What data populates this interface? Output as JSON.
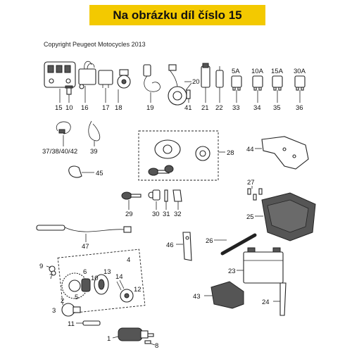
{
  "banner": {
    "title": "Na obrázku díl číslo 15",
    "color": "#f3c900"
  },
  "copyright": "Copyright Peugeot Motocycles 2013",
  "labels": {
    "p15": "15",
    "p10": "10",
    "p16": "16",
    "p17": "17",
    "p18": "18",
    "p19": "19",
    "p20": "20",
    "p41": "41",
    "p21": "21",
    "p22": "22",
    "p33": "33",
    "p34": "34",
    "p35": "35",
    "p36": "36",
    "p37": "37/38/40/42",
    "p39": "39",
    "p45": "45",
    "p28": "28",
    "p44": "44",
    "p27": "27",
    "p25": "25",
    "p29": "29",
    "p30": "30",
    "p31": "31",
    "p32": "32",
    "p47": "47",
    "p46": "46",
    "p26": "26",
    "p23": "23",
    "p9": "9",
    "p4": "4",
    "p7": "7",
    "p6": "6",
    "p13": "13",
    "p10b": "10",
    "p14": "14",
    "p12": "12",
    "p5": "5",
    "p2": "2",
    "p3": "3",
    "p11": "11",
    "p1": "1",
    "p8": "8",
    "p43": "43",
    "p24": "24"
  },
  "fuses": {
    "f5": "5A",
    "f10": "10A",
    "f15": "15A",
    "f30": "30A"
  }
}
